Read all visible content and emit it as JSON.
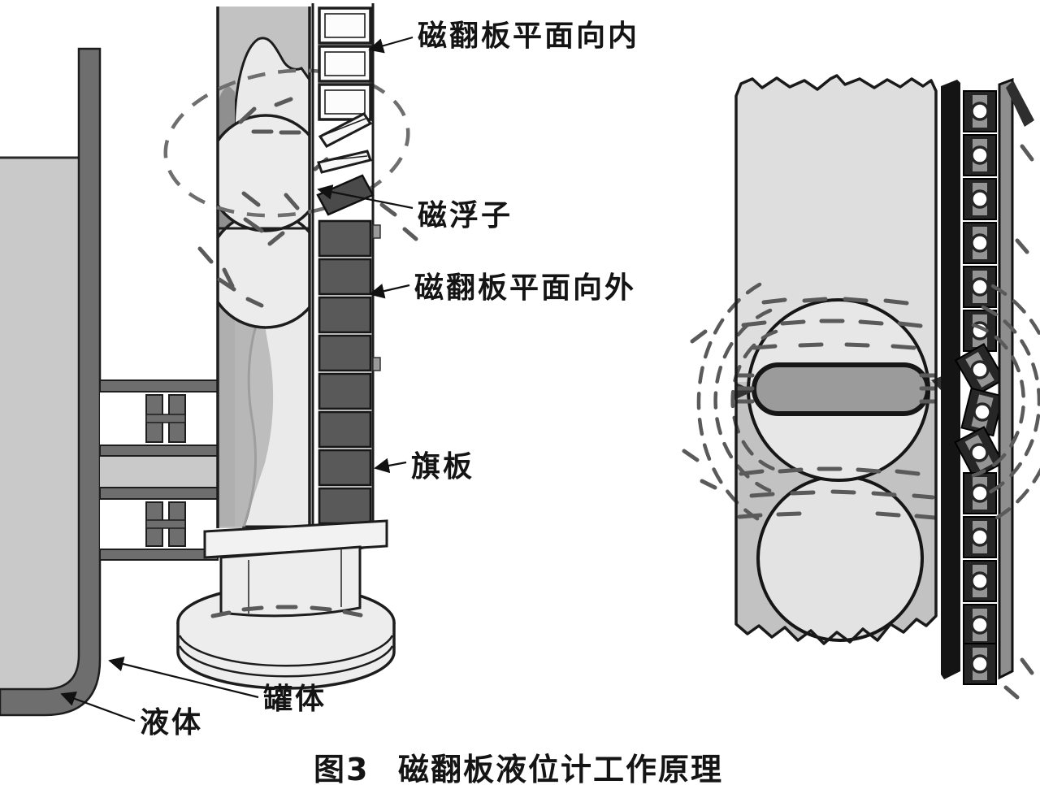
{
  "figure": {
    "caption": {
      "number": "图3",
      "title": "磁翻板液位计工作原理"
    }
  },
  "labels": {
    "flap_plane_inward": "磁翻板平面向内",
    "magnetic_float": "磁浮子",
    "flap_plane_outward": "磁翻板平面向外",
    "flag_plate": "旗板",
    "tank_body": "罐体",
    "liquid": "液体"
  },
  "colors": {
    "background": "#ffffff",
    "outline": "#1d1d1d",
    "liquid_gray": "#c9c9c9",
    "tank_wall_gray": "#6e6e6e",
    "chamber_light": "#eaeaea",
    "flap_dark": "#595959",
    "magnet_gray": "#9b9b9b",
    "black_rail": "#141414",
    "field_dash_gray": "#5a5a5a"
  }
}
